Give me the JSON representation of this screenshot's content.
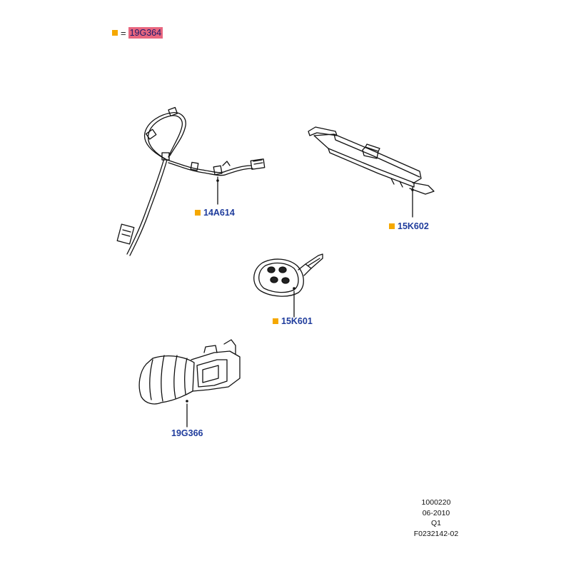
{
  "legend": {
    "equals": "=",
    "highlighted_part": "19G364",
    "marker_color": "#f5a800",
    "highlight_color": "#e8667f"
  },
  "parts": [
    {
      "id": "wiring-harness",
      "part_number": "14A614",
      "marked": true
    },
    {
      "id": "receiver-module",
      "part_number": "15K602",
      "marked": true
    },
    {
      "id": "remote-key",
      "part_number": "15K601",
      "marked": true
    },
    {
      "id": "ignition-lock-cylinder",
      "part_number": "19G366",
      "marked": false
    }
  ],
  "footer": {
    "line1": "1000220",
    "line2": "06-2010",
    "line3": "Q1",
    "line4": "F0232142-02"
  },
  "label_color": "#1f3c9c"
}
